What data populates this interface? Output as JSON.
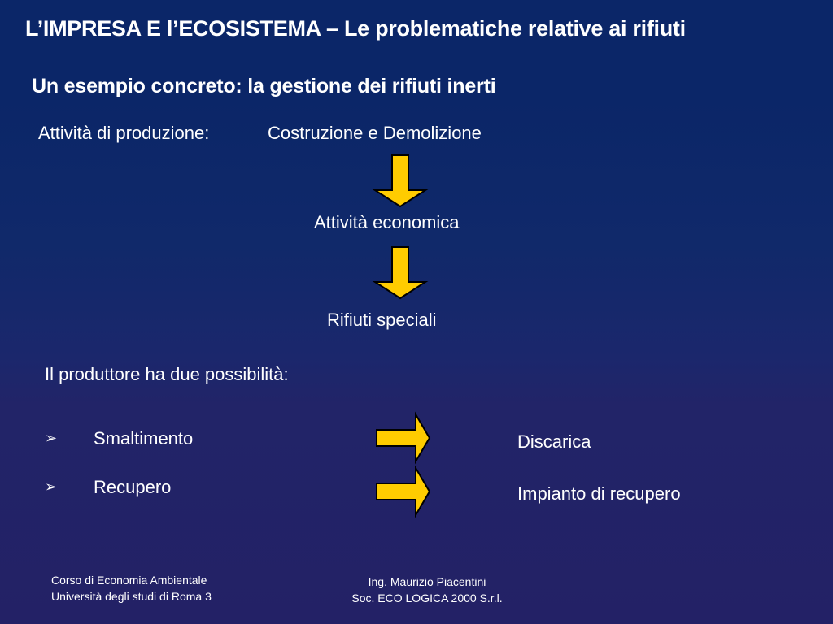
{
  "slide": {
    "title": "L’IMPRESA E l’ECOSISTEMA – Le problematiche relative ai rifiuti",
    "subtitle": "Un esempio concreto: la gestione dei rifiuti inerti",
    "production_label": "Attività di produzione:",
    "production_value": "Costruzione e Demolizione",
    "step_economic": "Attività economica",
    "step_waste": "Rifiuti speciali",
    "possibilities_intro": "Il produttore ha due possibilità:",
    "options": [
      {
        "label": "Smaltimento",
        "destination": "Discarica"
      },
      {
        "label": "Recupero",
        "destination": "Impianto di recupero"
      }
    ],
    "bullet_symbol": "➢",
    "footer_left": [
      "Corso di Economia Ambientale",
      "Università degli studi di Roma 3"
    ],
    "footer_right": [
      "Ing. Maurizio Piacentini",
      "Soc. ECO LOGICA 2000 S.r.l."
    ]
  },
  "colors": {
    "arrow_fill": "#ffcc00",
    "arrow_stroke": "#000000",
    "text": "#ffffff",
    "background_top": "#0b2668",
    "background_bottom": "#232166"
  },
  "icons": {
    "down_arrow": "down-arrow-icon",
    "right_arrow": "right-arrow-icon",
    "bullet": "arrow-bullet-icon"
  }
}
